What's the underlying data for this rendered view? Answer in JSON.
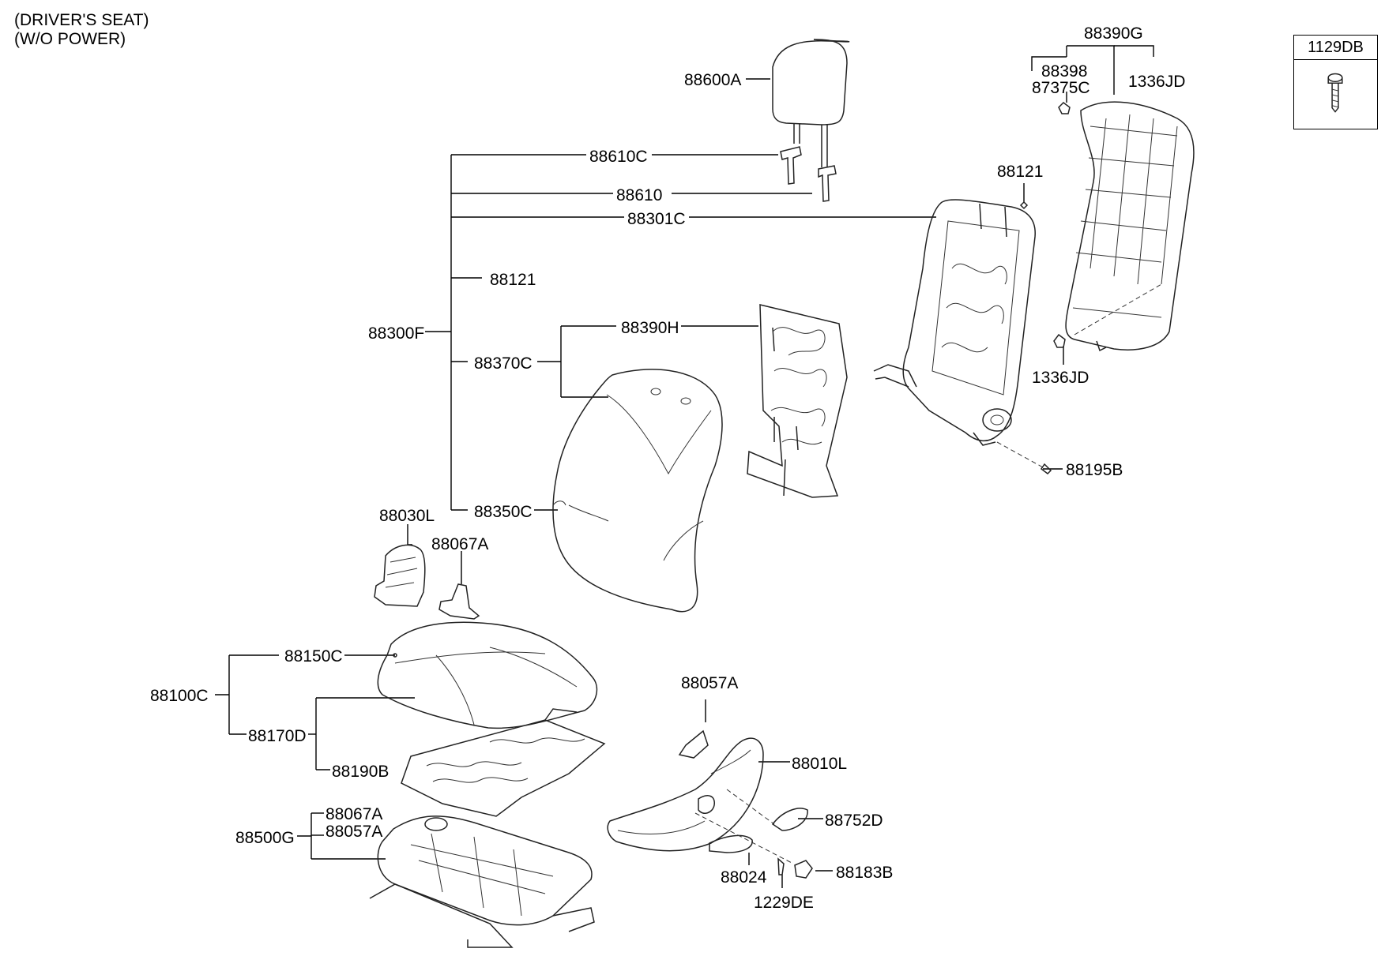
{
  "header": {
    "line1": "(DRIVER'S SEAT)",
    "line2": "(W/O POWER)"
  },
  "standard_part": {
    "code": "1129DB",
    "icon": "bolt-icon"
  },
  "callouts": {
    "c88600A": "88600A",
    "c88610C": "88610C",
    "c88610": "88610",
    "c88301C": "88301C",
    "c88121_left": "88121",
    "c88300F": "88300F",
    "c88370C": "88370C",
    "c88390H": "88390H",
    "c88350C": "88350C",
    "c88390G": "88390G",
    "c88398": "88398",
    "c87375C": "87375C",
    "c1336JD_top": "1336JD",
    "c88121_right": "88121",
    "c1336JD_bottom": "1336JD",
    "c88195B": "88195B",
    "c88030L": "88030L",
    "c88067A_top": "88067A",
    "c88150C": "88150C",
    "c88100C": "88100C",
    "c88170D": "88170D",
    "c88190B": "88190B",
    "c88067A_bottom": "88067A",
    "c88057A_bottom": "88057A",
    "c88500G": "88500G",
    "c88057A_mid": "88057A",
    "c88010L": "88010L",
    "c88752D": "88752D",
    "c88024": "88024",
    "c88183B": "88183B",
    "c1229DE": "1229DE"
  }
}
